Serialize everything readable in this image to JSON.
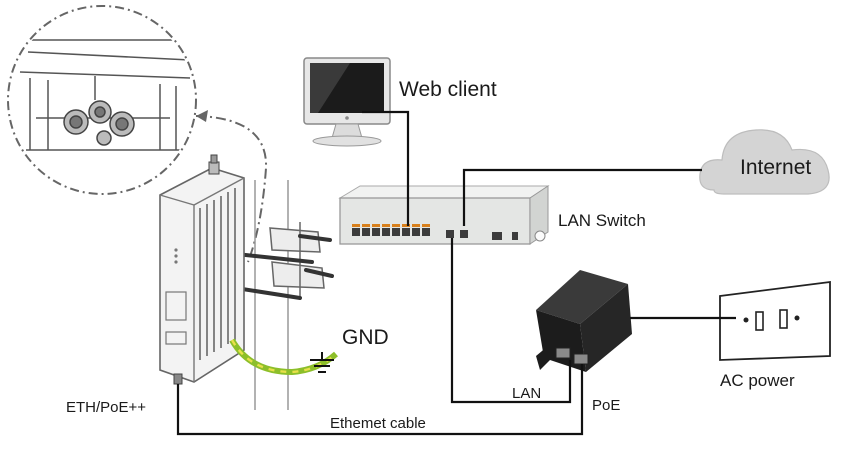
{
  "labels": {
    "web_client": "Web client",
    "internet": "Internet",
    "lan_switch": "LAN Switch",
    "gnd": "GND",
    "ac_power": "AC power",
    "lan": "LAN",
    "poe": "PoE",
    "eth_poe": "ETH/PoE++",
    "cable": "Ethemet cable"
  },
  "colors": {
    "wire": "#111111",
    "ground_cable_green": "#8dbf2a",
    "ground_cable_yellow": "#e8e04a",
    "cloud": "#d4d4d4",
    "injector": "#1c1c1c",
    "switch_body": "#e4e6e4",
    "port_led_orange": "#d8801c"
  },
  "icons": [
    "monitor-icon",
    "cloud-icon",
    "switch-icon",
    "poe-injector-icon",
    "wall-outlet-icon",
    "ground-icon",
    "access-point-device",
    "connector-detail-callout"
  ]
}
